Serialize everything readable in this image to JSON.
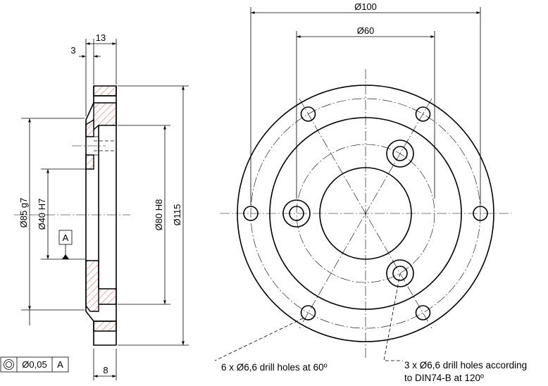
{
  "side_view": {
    "dims": {
      "d13": "13",
      "d3": "3",
      "d8": "8",
      "d85g7": "Ø85 g7",
      "d40h7": "Ø40 H7",
      "d80h8": "Ø80 H8",
      "d115": "Ø115"
    },
    "datum_label": "A",
    "tolerance_frame": {
      "symbol": "concentricity-icon",
      "value": "Ø0,05",
      "datum": "A"
    }
  },
  "front_view": {
    "dims": {
      "d100": "Ø100",
      "d60": "Ø60"
    },
    "notes": {
      "holes6_text": "6 x Ø6,6 drill holes at 60º",
      "holes3_line1": "3 x Ø6,6 drill holes according",
      "holes3_line2": "to DIN74-B at 120º"
    }
  },
  "colors": {
    "line": "#000000",
    "hatch": "#e05050",
    "background": "#ffffff"
  }
}
